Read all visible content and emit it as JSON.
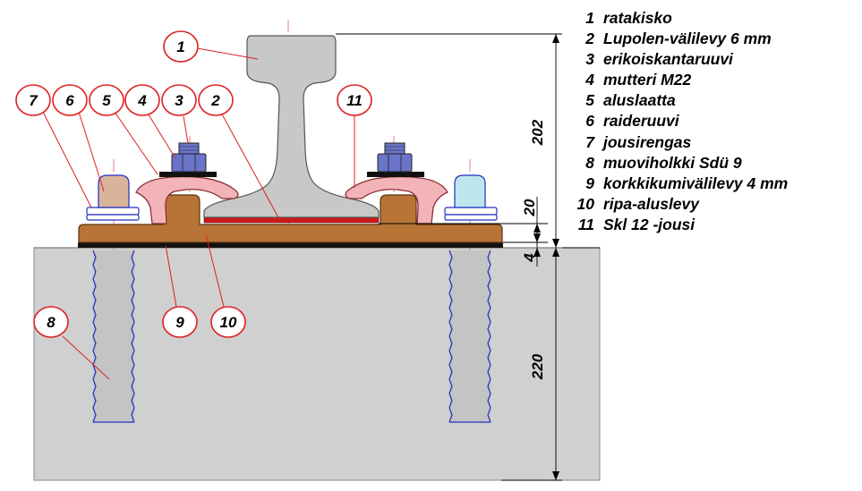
{
  "legend": [
    {
      "num": "1",
      "label": "ratakisko"
    },
    {
      "num": "2",
      "label": "Lupolen-välilevy 6 mm"
    },
    {
      "num": "3",
      "label": "erikoiskantaruuvi"
    },
    {
      "num": "4",
      "label": "mutteri M22"
    },
    {
      "num": "5",
      "label": "aluslaatta"
    },
    {
      "num": "6",
      "label": "raideruuvi"
    },
    {
      "num": "7",
      "label": "jousirengas"
    },
    {
      "num": "8",
      "label": "muoviholkki Sdü 9"
    },
    {
      "num": "9",
      "label": "korkkikumivälilevy 4 mm"
    },
    {
      "num": "10",
      "label": "ripa-aluslevy"
    },
    {
      "num": "11",
      "label": "Skl 12 -jousi"
    }
  ],
  "callouts": {
    "c1": "1",
    "c2": "2",
    "c3": "3",
    "c4": "4",
    "c5": "5",
    "c6": "6",
    "c7": "7",
    "c8": "8",
    "c9": "9",
    "c10": "10",
    "c11": "11"
  },
  "dimensions": {
    "rail_height": "202",
    "plate_thickness": "20",
    "pad_thickness": "4",
    "sleeper_depth": "220"
  },
  "colors": {
    "sleeper": "#d0d0d0",
    "rail": "#c8c8c8",
    "base_plate": "#b77436",
    "spring_clip": "#f2b4b8",
    "nut": "#6a74c8",
    "callout_outline": "#e02020",
    "dowel_outline": "#2030c0"
  }
}
